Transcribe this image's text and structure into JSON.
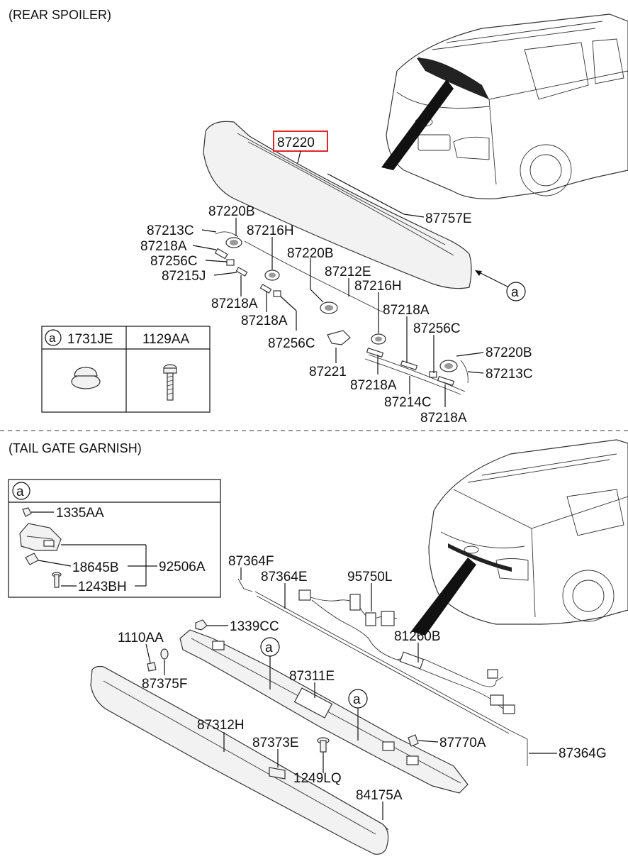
{
  "sections": {
    "rear_spoiler_title": "(REAR SPOILER)",
    "tail_gate_title": "(TAIL GATE GARNISH)"
  },
  "highlight_color": "#e0262b",
  "spoiler": {
    "highlighted_part": "87220",
    "labels": {
      "p87757E": "87757E",
      "p87220B_1": "87220B",
      "p87213C_1": "87213C",
      "p87216H_1": "87216H",
      "p87218A_1": "87218A",
      "p87256C_1": "87256C",
      "p87215J": "87215J",
      "p87220B_2": "87220B",
      "p87212E": "87212E",
      "p87216H_2": "87216H",
      "p87218A_2": "87218A",
      "p87218A_3": "87218A",
      "p87218A_4": "87218A",
      "p87256C_2": "87256C",
      "p87256C_3": "87256C",
      "p87221": "87221",
      "p87220B_3": "87220B",
      "p87213C_2": "87213C",
      "p87218A_5": "87218A",
      "p87214C": "87214C",
      "p87218A_6": "87218A",
      "ref_a": "a"
    },
    "table": {
      "ref": "a",
      "col1": "1731JE",
      "col2": "1129AA"
    }
  },
  "tailgate": {
    "inset": {
      "ref": "a",
      "p1335AA": "1335AA",
      "p18645B": "18645B",
      "p92506A": "92506A",
      "p1243BH": "1243BH"
    },
    "labels": {
      "p87364F": "87364F",
      "p87364E": "87364E",
      "p95750L": "95750L",
      "p1339CC": "1339CC",
      "p1110AA": "1110AA",
      "p87375F": "87375F",
      "p81260B": "81260B",
      "p87311E": "87311E",
      "p87312H": "87312H",
      "p87373E": "87373E",
      "p87770A": "87770A",
      "p1249LQ": "1249LQ",
      "p87364G": "87364G",
      "p84175A": "84175A",
      "ref_a1": "a",
      "ref_a2": "a"
    }
  }
}
